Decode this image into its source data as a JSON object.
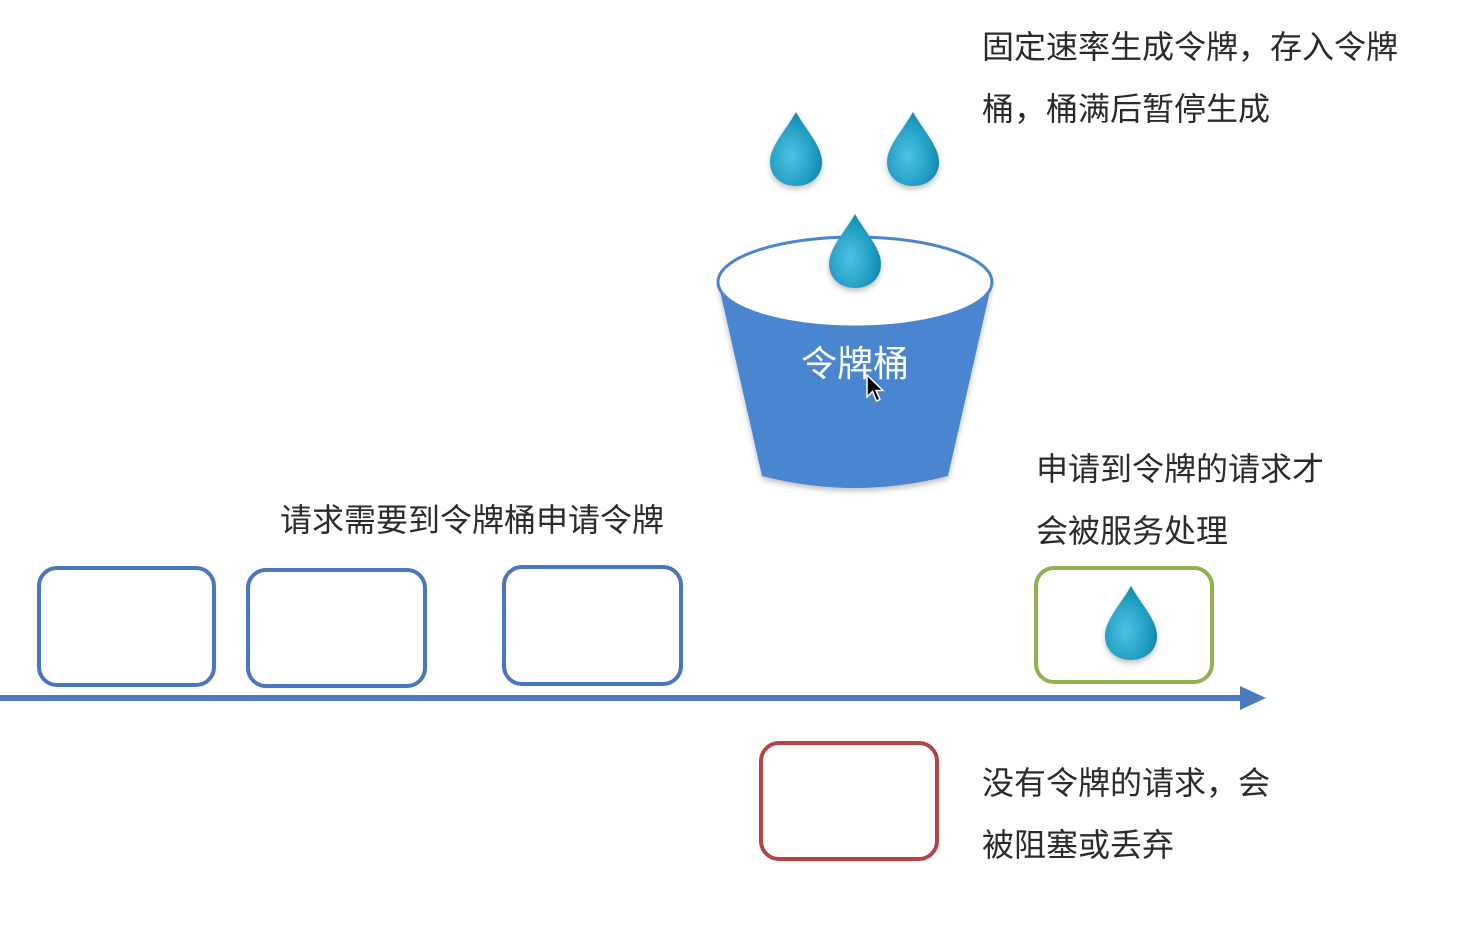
{
  "bucket": {
    "label": "令牌桶"
  },
  "captions": {
    "generation": {
      "line1": "固定速率生成令牌，存入令牌",
      "line2": "桶，桶满后暂停生成"
    },
    "request": "请求需要到令牌桶申请令牌",
    "served": {
      "line1": "申请到令牌的请求才",
      "line2": "会被服务处理"
    },
    "rejected": {
      "line1": "没有令牌的请求，会",
      "line2": "被阻塞或丢弃"
    }
  },
  "icons": {
    "token": "water-drop-icon",
    "pointer": "mouse-pointer-icon"
  },
  "colors": {
    "bucket_fill": "#4a86cf",
    "bucket_top": "#ffffff",
    "token_drop": "#1f9bc2",
    "timeline": "#4a7bbf",
    "pending_request_border": "#4a76c0",
    "served_request_border": "#8fb24e",
    "rejected_request_border": "#b4444a"
  }
}
